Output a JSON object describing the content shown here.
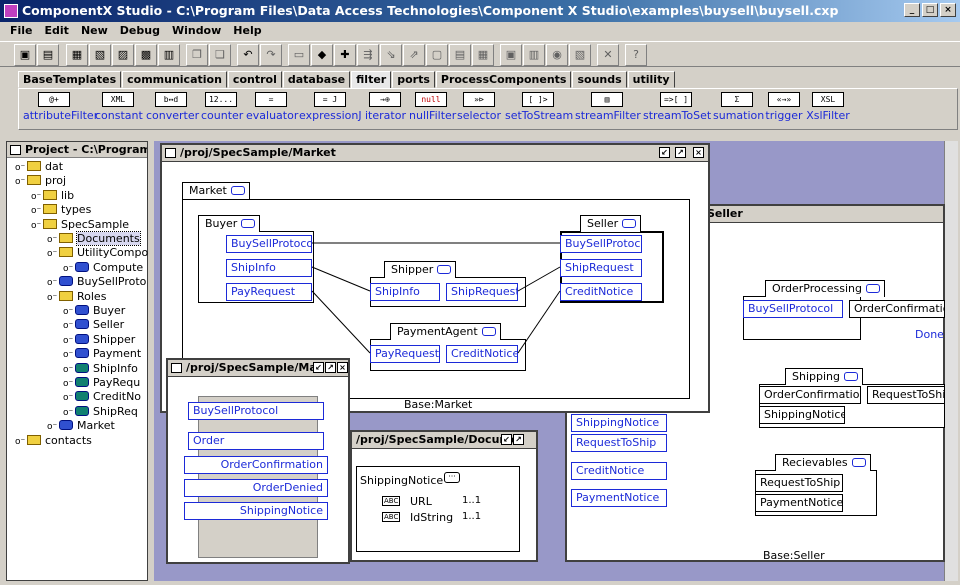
{
  "titlebar": {
    "title": "ComponentX Studio - C:\\Program Files\\Data Access Technologies\\Component X Studio\\examples\\buysell\\buysell.cxp"
  },
  "menu": [
    "File",
    "Edit",
    "New",
    "Debug",
    "Window",
    "Help"
  ],
  "tabs": [
    "BaseTemplates",
    "communication",
    "control",
    "database",
    "filter",
    "ports",
    "ProcessComponents",
    "sounds",
    "utility"
  ],
  "palette": [
    {
      "label": "attributeFilter",
      "glyph": "@+"
    },
    {
      "label": "constant",
      "glyph": "XML"
    },
    {
      "label": "converter",
      "glyph": "b↔d"
    },
    {
      "label": "counter",
      "glyph": "12..."
    },
    {
      "label": "evaluator",
      "glyph": "="
    },
    {
      "label": "expressionJ",
      "glyph": "= J"
    },
    {
      "label": "iterator",
      "glyph": "→⊕"
    },
    {
      "label": "nullFilter",
      "glyph": "null"
    },
    {
      "label": "selector",
      "glyph": "»⊳"
    },
    {
      "label": "setToStream",
      "glyph": "[ ]>"
    },
    {
      "label": "streamFilter",
      "glyph": "▥"
    },
    {
      "label": "streamToSet",
      "glyph": "=>[ ]"
    },
    {
      "label": "sumation",
      "glyph": "Σ"
    },
    {
      "label": "trigger",
      "glyph": "«→»"
    },
    {
      "label": "XslFilter",
      "glyph": "XSL"
    }
  ],
  "project": {
    "title": "Project - C:\\Program Files\\",
    "tree": [
      {
        "label": "dat",
        "kind": "folder",
        "depth": 0
      },
      {
        "label": "proj",
        "kind": "folder",
        "depth": 0
      },
      {
        "label": "lib",
        "kind": "folder",
        "depth": 1
      },
      {
        "label": "types",
        "kind": "folder",
        "depth": 1
      },
      {
        "label": "SpecSample",
        "kind": "folder",
        "depth": 1
      },
      {
        "label": "Documents",
        "kind": "folder",
        "depth": 2
      },
      {
        "label": "UtilityCompo",
        "kind": "folder",
        "depth": 2
      },
      {
        "label": "Compute",
        "kind": "comp",
        "depth": 3
      },
      {
        "label": "BuySellProto",
        "kind": "comp",
        "depth": 2
      },
      {
        "label": "Roles",
        "kind": "folder",
        "depth": 2
      },
      {
        "label": "Buyer",
        "kind": "comp",
        "depth": 3
      },
      {
        "label": "Seller",
        "kind": "comp",
        "depth": 3
      },
      {
        "label": "Shipper",
        "kind": "comp",
        "depth": 3
      },
      {
        "label": "Payment",
        "kind": "comp",
        "depth": 3
      },
      {
        "label": "ShipInfo",
        "kind": "teal",
        "depth": 3
      },
      {
        "label": "PayRequ",
        "kind": "teal",
        "depth": 3
      },
      {
        "label": "CreditNo",
        "kind": "teal",
        "depth": 3
      },
      {
        "label": "ShipReq",
        "kind": "teal",
        "depth": 3
      },
      {
        "label": "Market",
        "kind": "comp",
        "depth": 2
      },
      {
        "label": "contacts",
        "kind": "folder",
        "depth": 0
      }
    ]
  },
  "market": {
    "title": "/proj/SpecSample/Market",
    "tab": "Market",
    "base": "Base:Market",
    "buyer": {
      "label": "Buyer",
      "ports": [
        "BuySellProtocol",
        "ShipInfo",
        "PayRequest"
      ]
    },
    "seller": {
      "label": "Seller",
      "ports": [
        "BuySellProtocol",
        "ShipRequest",
        "CreditNotice"
      ]
    },
    "shipper": {
      "label": "Shipper",
      "ports": [
        "ShipInfo",
        "ShipRequest"
      ]
    },
    "payment": {
      "label": "PaymentAgent",
      "ports": [
        "PayRequest",
        "CreditNotice"
      ]
    }
  },
  "seller_win": {
    "title": "Seller",
    "base": "Base:Seller",
    "op": {
      "label": "OrderProcessing",
      "ports": [
        "BuySellProtocol",
        "OrderConfirmation"
      ],
      "done": "Done"
    },
    "shipping": {
      "label": "Shipping",
      "ports": [
        "OrderConfirmation",
        "RequestToShip",
        "ShippingNotice"
      ]
    },
    "left_ports": [
      "ShippingNotice",
      "RequestToShip",
      "CreditNotice",
      "PaymentNotice"
    ],
    "recv": {
      "label": "Recievables",
      "ports": [
        "RequestToShip",
        "PaymentNotice"
      ]
    }
  },
  "small": {
    "title": "/proj/SpecSample/Mar",
    "ports": [
      "BuySellProtocol",
      "Order",
      "OrderConfirmation",
      "OrderDenied",
      "ShippingNotice"
    ]
  },
  "doc": {
    "title": "/proj/SpecSample/Docume",
    "name": "ShippingNotice",
    "fields": [
      {
        "name": "URL",
        "mult": "1..1",
        "tag": "ABC"
      },
      {
        "name": "IdString",
        "mult": "1..1",
        "tag": "ABC"
      }
    ]
  }
}
